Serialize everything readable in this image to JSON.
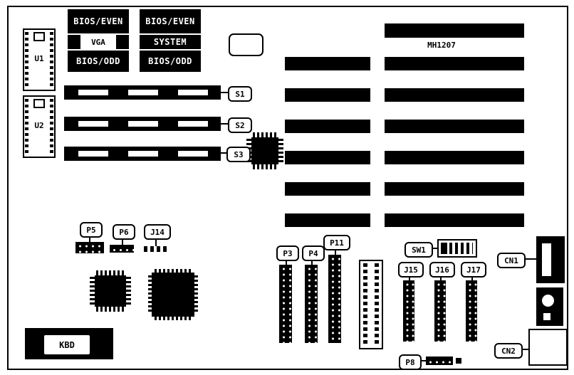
{
  "diagram": {
    "chips": {
      "u1": "U1",
      "u2": "U2"
    },
    "roms": {
      "left_top": "BIOS/EVEN",
      "left_mid": "VGA",
      "left_bottom": "BIOS/ODD",
      "right_top": "BIOS/EVEN",
      "right_mid": "SYSTEM",
      "right_bottom": "BIOS/ODD"
    },
    "board_model": "MH1207",
    "callouts": {
      "s1": "S1",
      "s2": "S2",
      "s3": "S3",
      "p3": "P3",
      "p4": "P4",
      "p5": "P5",
      "p6": "P6",
      "p8": "P8",
      "p11": "P11",
      "j14": "J14",
      "j15": "J15",
      "j16": "J16",
      "j17": "J17",
      "sw1": "SW1",
      "cn1": "CN1",
      "cn2": "CN2"
    },
    "kbd_label": "KBD"
  }
}
